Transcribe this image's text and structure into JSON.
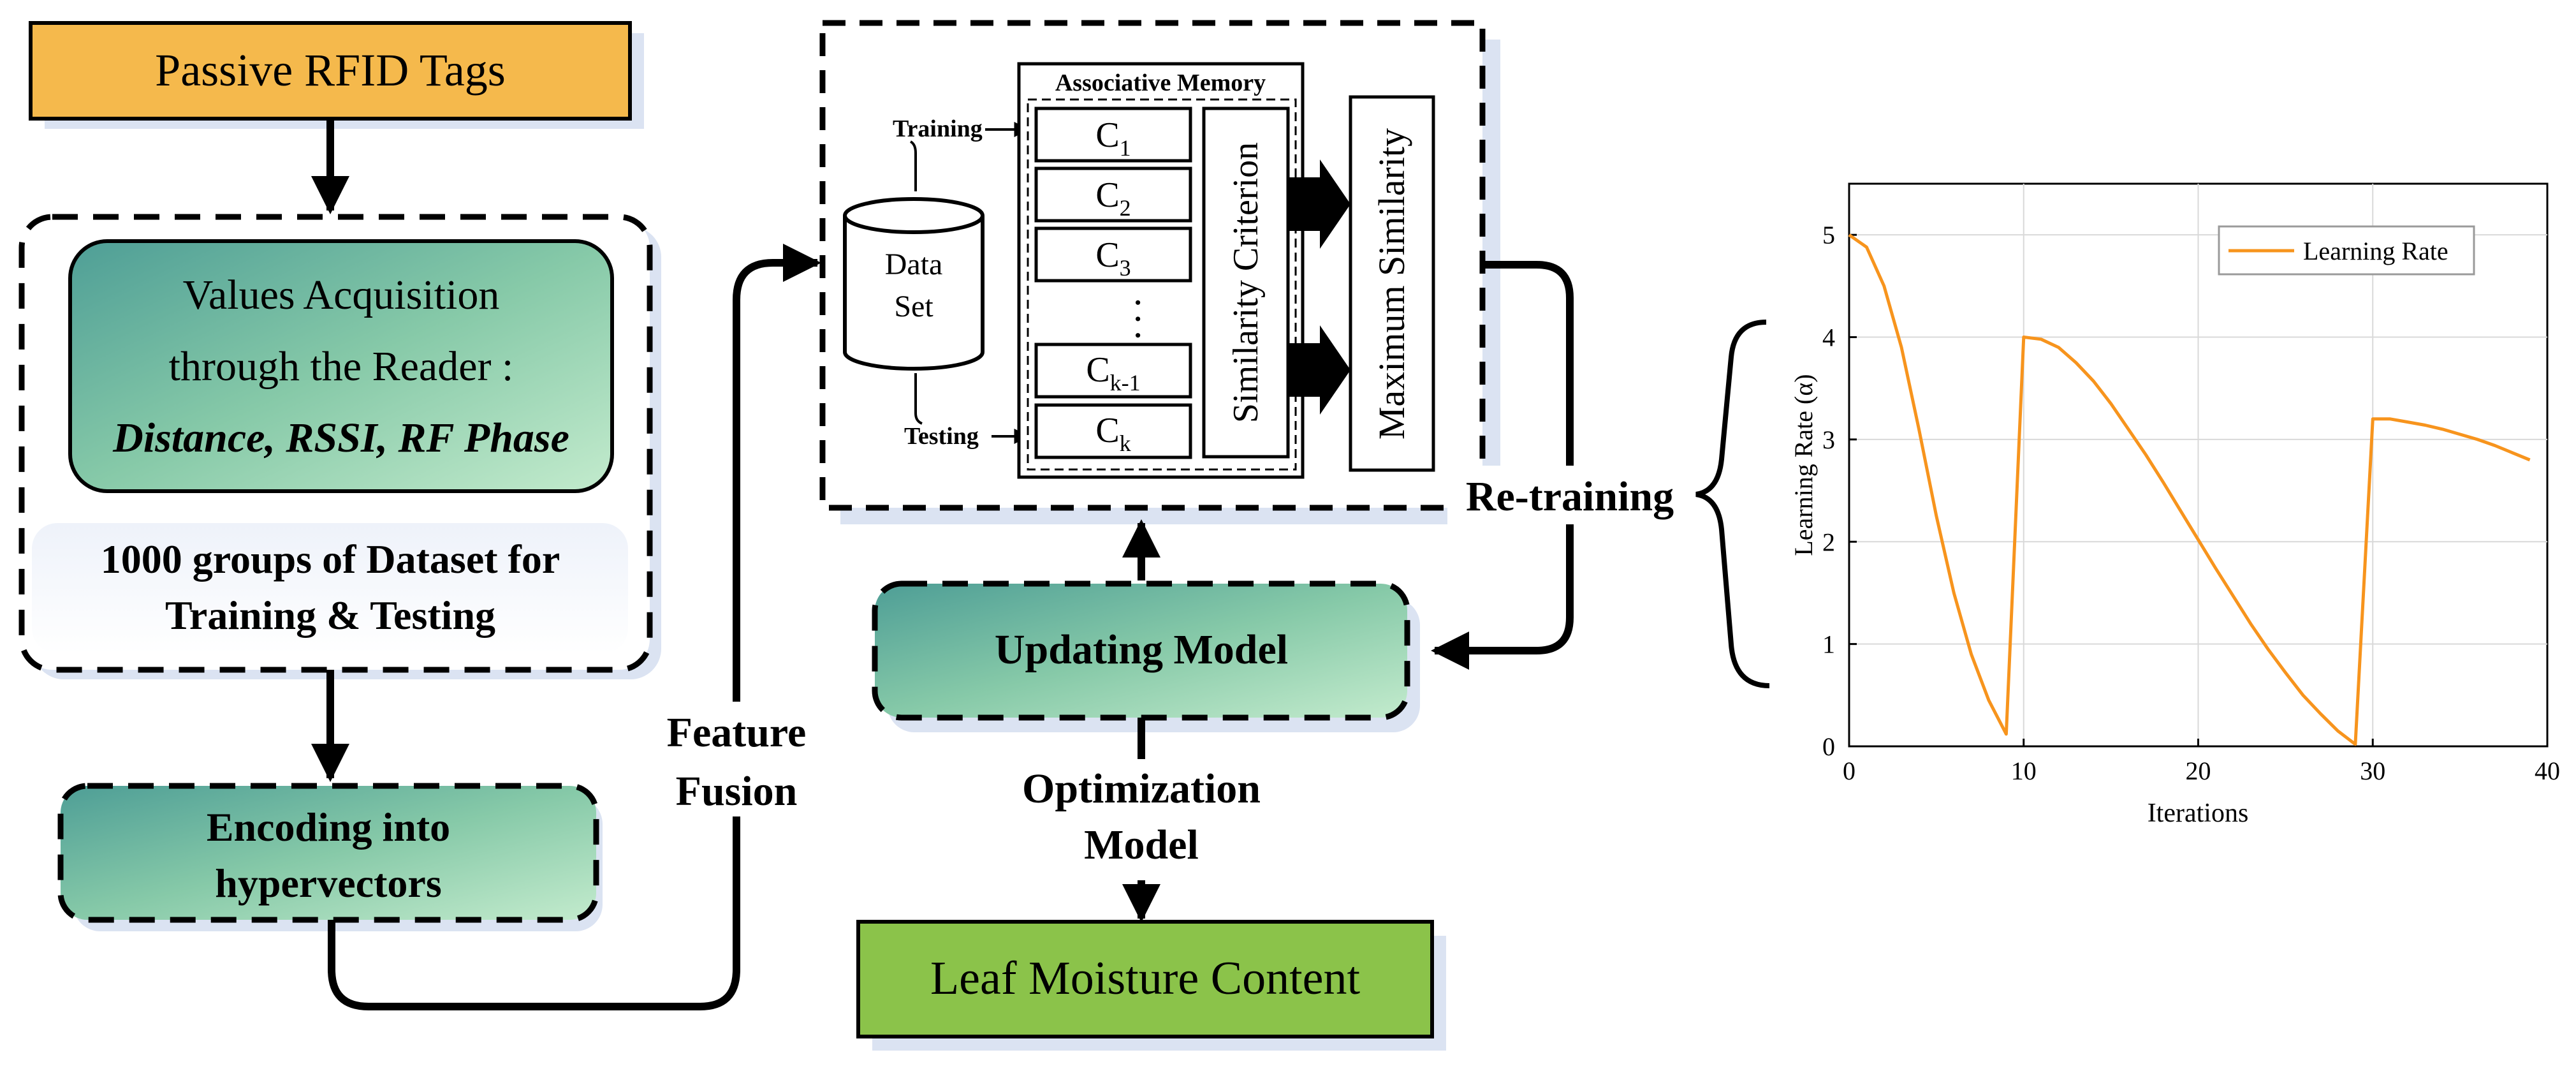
{
  "flow": {
    "rfid_tags": "Passive RFID Tags",
    "acquisition_line1": "Values Acquisition",
    "acquisition_line2": "through the Reader :",
    "acquisition_line3": "Distance, RSSI, RF Phase",
    "dataset_line1": "1000 groups of  Dataset for",
    "dataset_line2": "Training & Testing",
    "encoding_line1": "Encoding into",
    "encoding_line2": "hypervectors",
    "feature_line1": "Feature",
    "feature_line2": "Fusion",
    "updating_model": "Updating Model",
    "optimization_line1": "Optimization",
    "optimization_line2": "Model",
    "leaf_moisture": "Leaf Moisture Content",
    "retraining": "Re-training"
  },
  "memory": {
    "title": "Associative Memory",
    "training": "Training",
    "testing": "Testing",
    "dataset_line1": "Data",
    "dataset_line2": "Set",
    "classes": [
      {
        "base": "C",
        "sub": "1"
      },
      {
        "base": "C",
        "sub": "2"
      },
      {
        "base": "C",
        "sub": "3"
      },
      {
        "base": "C",
        "sub": "k-1"
      },
      {
        "base": "C",
        "sub": "k"
      }
    ],
    "dots": "·  ·  ·",
    "similarity_criterion": "Similarity Criterion",
    "maximum_similarity": "Maximum Similarity"
  },
  "chart_data": {
    "type": "line",
    "xlabel": "Iterations",
    "ylabel": "Learning Rate (α)",
    "xlim": [
      0,
      40
    ],
    "ylim": [
      0,
      5.5
    ],
    "xticks": [
      0,
      10,
      20,
      30,
      40
    ],
    "yticks": [
      0,
      1,
      2,
      3,
      4,
      5
    ],
    "grid": true,
    "legend_position": "top-right",
    "series": [
      {
        "name": "Learning Rate",
        "color": "#f7941d",
        "x": [
          0,
          1,
          2,
          3,
          4,
          5,
          6,
          7,
          8,
          9,
          9,
          10,
          11,
          12,
          13,
          14,
          15,
          16,
          17,
          18,
          19,
          20,
          21,
          22,
          23,
          24,
          25,
          26,
          27,
          28,
          29,
          29,
          30,
          31,
          32,
          33,
          34,
          35,
          36,
          37,
          38,
          39
        ],
        "y": [
          5.0,
          4.88,
          4.5,
          3.9,
          3.1,
          2.25,
          1.5,
          0.9,
          0.45,
          0.12,
          0.12,
          4.0,
          3.98,
          3.9,
          3.75,
          3.57,
          3.35,
          3.1,
          2.85,
          2.58,
          2.3,
          2.02,
          1.74,
          1.47,
          1.2,
          0.95,
          0.72,
          0.5,
          0.32,
          0.15,
          0.02,
          0.02,
          3.2,
          3.2,
          3.17,
          3.14,
          3.1,
          3.05,
          3.0,
          2.94,
          2.87,
          2.8
        ]
      }
    ]
  },
  "colors": {
    "orange_box": "#f5b94c",
    "green_box": "#8bc34a",
    "teal_gradient_start": "#4e9e96",
    "teal_gradient_end": "#b8e6c3",
    "shadow": "#dbe3f2",
    "line": "#000000"
  }
}
